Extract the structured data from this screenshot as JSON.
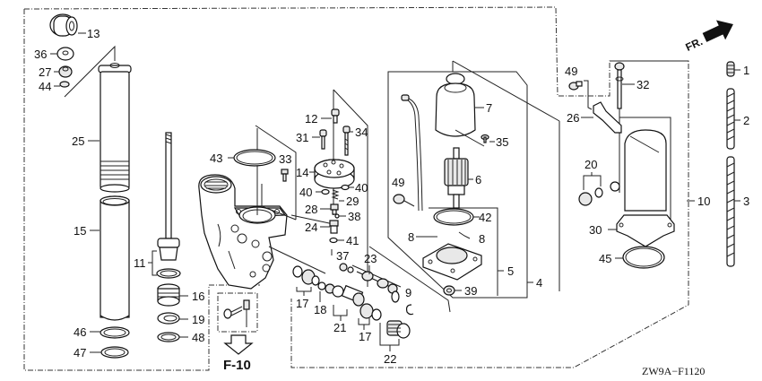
{
  "diagram": {
    "code": "ZW9A−F1120",
    "reference": "F-10",
    "direction_label": "FR.",
    "parts": {
      "p1": "1",
      "p2": "2",
      "p3": "3",
      "p4": "4",
      "p5": "5",
      "p6": "6",
      "p7": "7",
      "p8a": "8",
      "p8b": "8",
      "p8c": "8",
      "p9": "9",
      "p10": "10",
      "p11": "11",
      "p12": "12",
      "p13": "13",
      "p14": "14",
      "p15": "15",
      "p16": "16",
      "p17a": "17",
      "p17b": "17",
      "p18": "18",
      "p19": "19",
      "p20": "20",
      "p21": "21",
      "p22": "22",
      "p23": "23",
      "p24": "24",
      "p25": "25",
      "p26": "26",
      "p27": "27",
      "p28": "28",
      "p29": "29",
      "p30": "30",
      "p31": "31",
      "p32": "32",
      "p33": "33",
      "p34": "34",
      "p35": "35",
      "p36": "36",
      "p37": "37",
      "p38": "38",
      "p39": "39",
      "p40a": "40",
      "p40b": "40",
      "p41": "41",
      "p42": "42",
      "p43": "43",
      "p44": "44",
      "p45": "45",
      "p46": "46",
      "p47": "47",
      "p48": "48",
      "p49a": "49",
      "p49b": "49"
    }
  }
}
